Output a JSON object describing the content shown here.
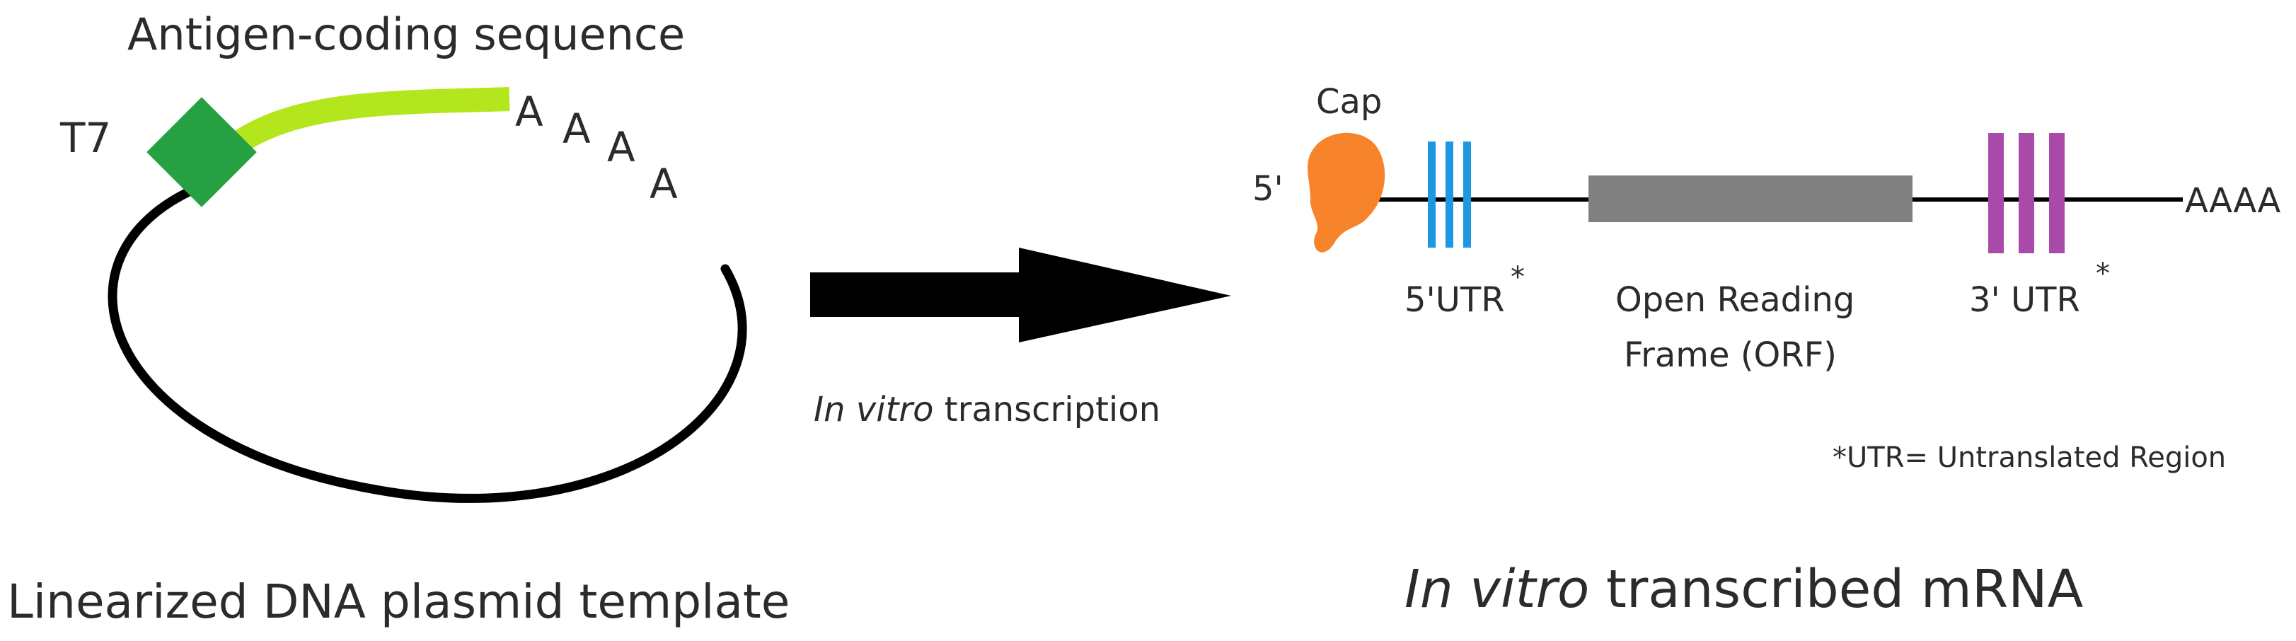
{
  "left": {
    "title": "Antigen-coding sequence",
    "promoter_label": "T7",
    "polya_letters": [
      "A",
      "A",
      "A",
      "A"
    ],
    "caption": "Linearized DNA plasmid template"
  },
  "arrow": {
    "label_italic": "In vitro",
    "label_rest": " transcription"
  },
  "right": {
    "cap_label": "Cap",
    "five_prime_label": "5'",
    "utr5_label": "5'UTR",
    "utr3_label": "3' UTR",
    "asterisk": "*",
    "orf_label_line1": "Open Reading",
    "orf_label_line2": "Frame (ORF)",
    "polya_tail": "AAAA",
    "footnote": "*UTR= Untranslated Region",
    "caption_italic": "In vitro",
    "caption_rest": " transcribed mRNA"
  },
  "colors": {
    "promoter": "#25a144",
    "antigen": "#b4e61e",
    "cap": "#f7842a",
    "utr5": "#1d98e0",
    "utr3": "#a94aa9",
    "orf": "#808080",
    "arrow": "#000000"
  }
}
